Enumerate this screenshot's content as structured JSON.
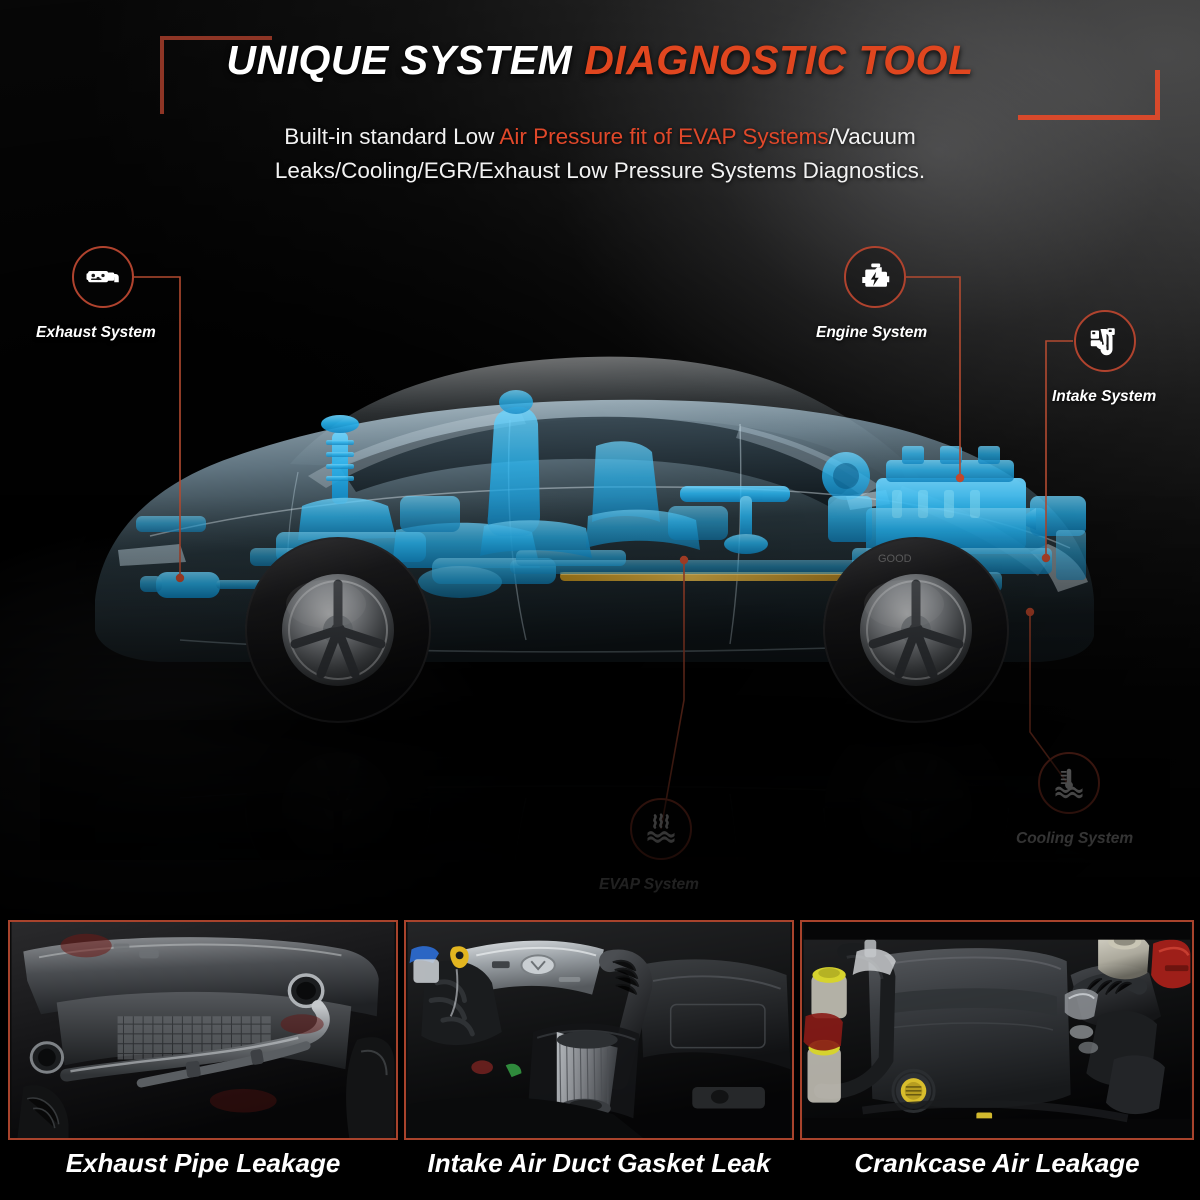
{
  "header": {
    "title_white": "UNIQUE SYSTEM ",
    "title_accent": "DIAGNOSTIC TOOL",
    "subtitle_pre": "Built-in standard Low ",
    "subtitle_highlight": "Air Pressure fit of EVAP Systems",
    "subtitle_post": "/Vacuum Leaks/Cooling/EGR/Exhaust Low Pressure Systems Diagnostics."
  },
  "colors": {
    "accent_orange": "#e0461f",
    "accent_dark_red": "#8e3525",
    "bracket_orange": "#d8492b",
    "badge_ring": "#b0432e",
    "leader_line": "#b24a30",
    "xray_blue": "#2fb8f0",
    "frame_border": "#a8432c",
    "text_white": "#ffffff",
    "background": "#0a0a0a"
  },
  "callouts": [
    {
      "id": "exhaust",
      "label": "Exhaust System",
      "icon": "exhaust-muffler-icon"
    },
    {
      "id": "engine",
      "label": "Engine System",
      "icon": "check-engine-icon"
    },
    {
      "id": "intake",
      "label": "Intake System",
      "icon": "intake-pipe-icon"
    },
    {
      "id": "cooling",
      "label": "Cooling System",
      "icon": "coolant-temperature-icon"
    },
    {
      "id": "evap",
      "label": "EVAP System",
      "icon": "evap-vapor-icon"
    }
  ],
  "photos": [
    {
      "id": "exhaust-pipe",
      "caption": "Exhaust Pipe Leakage"
    },
    {
      "id": "intake-duct",
      "caption": "Intake Air Duct Gasket Leak"
    },
    {
      "id": "crankcase",
      "caption": "Crankcase Air Leakage"
    }
  ],
  "illustration": {
    "subject": "cutaway-xray-sports-car",
    "alt": "Transparent ghosted sports car with cyan x-ray powertrain, suspension, seats and exhaust, with mirrored reflection below"
  }
}
